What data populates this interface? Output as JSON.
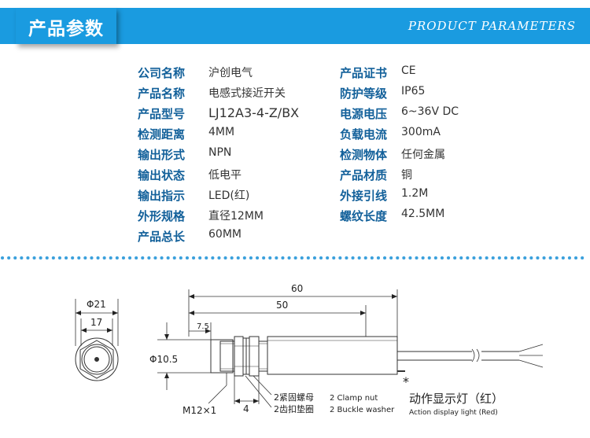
{
  "header": {
    "title_cn": "产品参数",
    "title_en": "PRODUCT PARAMETERS"
  },
  "params": {
    "left": [
      {
        "label": "公司名称",
        "value": "沪创电气"
      },
      {
        "label": "产品名称",
        "value": "电感式接近开关"
      },
      {
        "label": "产品型号",
        "value": "LJ12A3-4-Z/BX"
      },
      {
        "label": "检测距离",
        "value": "4MM"
      },
      {
        "label": "输出形式",
        "value": "NPN"
      },
      {
        "label": "输出状态",
        "value": "低电平"
      },
      {
        "label": "输出指示",
        "value": "LED(红)"
      },
      {
        "label": "外形规格",
        "value": "直径12MM"
      },
      {
        "label": "产品总长",
        "value": "60MM"
      }
    ],
    "right": [
      {
        "label": "产品证书",
        "value": "CE"
      },
      {
        "label": "防护等级",
        "value": "IP65"
      },
      {
        "label": "电源电压",
        "value": "6~36V DC"
      },
      {
        "label": "负载电流",
        "value": "300mA"
      },
      {
        "label": "检测物体",
        "value": "任何金属"
      },
      {
        "label": "产品材质",
        "value": "铜"
      },
      {
        "label": "外接引线",
        "value": "1.2M"
      },
      {
        "label": "螺纹长度",
        "value": "42.5MM"
      }
    ]
  },
  "drawing": {
    "dim_phi21": "Φ21",
    "dim_17": "17",
    "dim_60": "60",
    "dim_50": "50",
    "dim_7_5": "7.5",
    "dim_phi10_5": "Φ10.5",
    "dim_m12": "M12×1",
    "dim_4": "4",
    "asterisk": "*",
    "note_nut_cn": "2紧固螺母",
    "note_nut_en": "2 Clamp nut",
    "note_washer_cn": "2齿扣垫圈",
    "note_washer_en": "2 Buckle washer",
    "led_cn": "动作显示灯（红）",
    "led_en": "Action display light (Red)"
  },
  "colors": {
    "accent": "#1a9be0",
    "label": "#12609a",
    "dots": "#3aa0dc"
  }
}
